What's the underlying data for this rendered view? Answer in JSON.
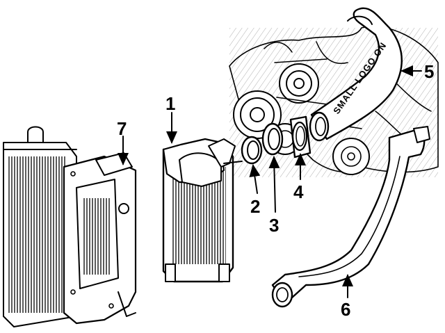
{
  "diagram": {
    "callouts": [
      {
        "number": "1",
        "part": "intercooler"
      },
      {
        "number": "2",
        "part": "seal"
      },
      {
        "number": "3",
        "part": "ring"
      },
      {
        "number": "4",
        "part": "gasket"
      },
      {
        "number": "5",
        "part": "intake-hose"
      },
      {
        "number": "6",
        "part": "duct-pipe"
      },
      {
        "number": "7",
        "part": "bracket"
      }
    ],
    "hose_text": "SMALL LOGO ON"
  }
}
